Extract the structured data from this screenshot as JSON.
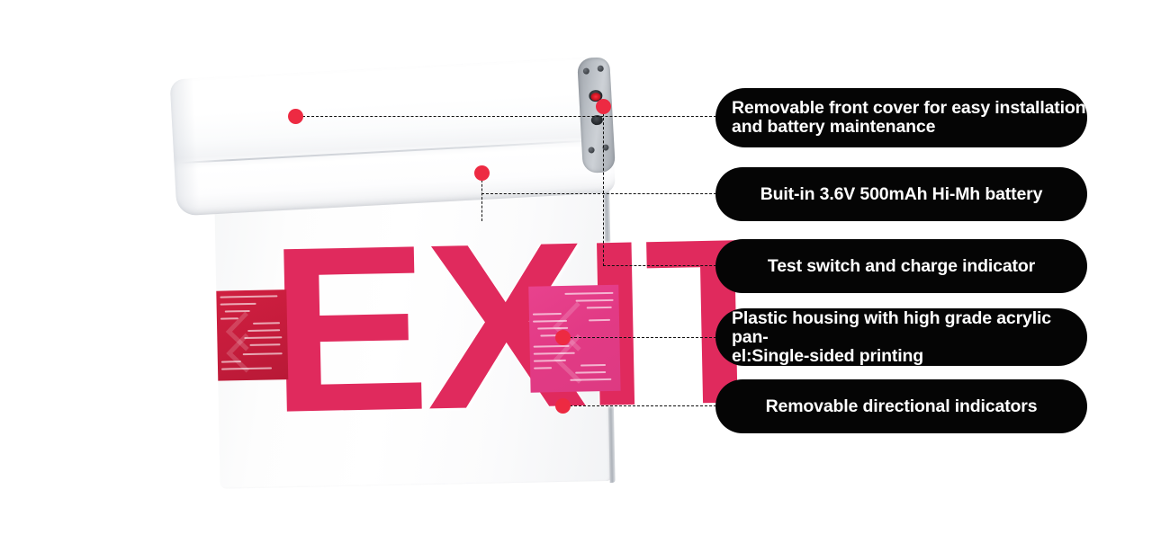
{
  "background_color": "#ffffff",
  "accent_colors": {
    "dot_red": "#ed2a42",
    "pill_black": "#050505",
    "pill_text": "#ffffff",
    "exit_letter_red": "#e02a5d",
    "label_magenta": "#e23a85",
    "label_dark_red": "#c61c3c",
    "endcap_gray": "#b9bec4",
    "leader_line": "#101010"
  },
  "product": {
    "name": "exit-sign-product-photo",
    "exit_text": "EXIT",
    "housing": {
      "name": "white-housing-bar",
      "description": "Removable white front cover"
    },
    "endcap": {
      "name": "end-cap",
      "screw_count": 4,
      "recess_count": 2,
      "led_color": "#ff2f3e"
    },
    "labels": {
      "left": {
        "name": "left-instruction-label",
        "rows": 11
      },
      "right": {
        "name": "right-instruction-label",
        "rows": 13
      }
    },
    "red_strip": {
      "name": "directional-indicator-strip"
    }
  },
  "callouts": [
    {
      "id": "front-cover",
      "label": "Removable front cover for easy installation\nand battery maintenance",
      "lines": 2,
      "align": "lead"
    },
    {
      "id": "battery",
      "label": "Buit-in 3.6V 500mAh Hi-Mh battery",
      "lines": 1,
      "align": "center"
    },
    {
      "id": "test-switch",
      "label": "Test switch and charge indicator",
      "lines": 1,
      "align": "center"
    },
    {
      "id": "plastic-housing",
      "label": "Plastic housing with high grade acrylic pan-\nel:Single-sided printing",
      "lines": 2,
      "align": "lead"
    },
    {
      "id": "directional-indicators",
      "label": "Removable directional indicators",
      "lines": 1,
      "align": "center"
    }
  ]
}
